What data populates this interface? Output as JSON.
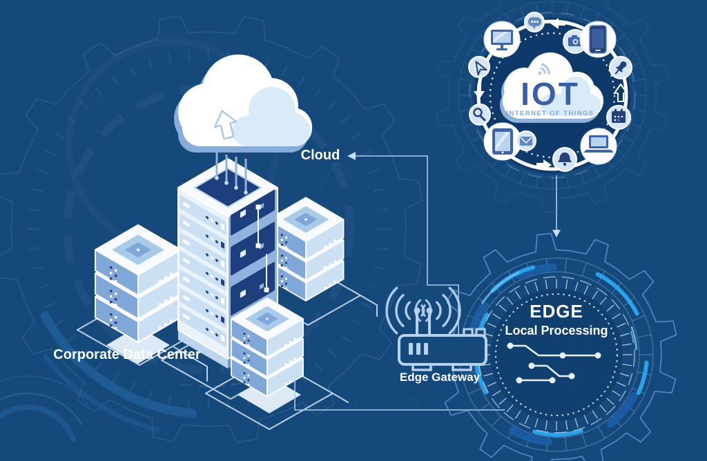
{
  "colors": {
    "background": "#15497B",
    "accent_bright_blue": "#2BA6EE",
    "connector_line": "#AECDE9",
    "dark_navy_panel": "#1E3F7E",
    "iot_title_blue": "#3A5FA9",
    "illustration_light_blue": "#CCE0F4",
    "white": "#FFFFFF"
  },
  "nodes": {
    "cloud": {
      "label": "Cloud"
    },
    "corporate_data_center": {
      "label": "Corporate Data Center"
    },
    "iot": {
      "title": "IOT",
      "subtitle": "INTERNET OF THINGS",
      "icons": [
        "desktop-monitor",
        "chat-bubble",
        "navigation-cursor",
        "camera",
        "smartphone",
        "push-pin",
        "download-arrow",
        "upload-arrow",
        "magnifier",
        "calendar",
        "tablet",
        "envelope",
        "bell",
        "laptop"
      ]
    },
    "edge": {
      "title": "EDGE",
      "subtitle": "Local Processing"
    },
    "edge_gateway": {
      "label": "Edge Gateway"
    }
  },
  "connections": [
    {
      "from": "iot",
      "to": "edge",
      "arrow": "down"
    },
    {
      "from": "edge-gateway",
      "to": "cloud",
      "arrow": "left"
    },
    {
      "from": "edge",
      "to": "corporate-data-center",
      "arrow": "up"
    }
  ]
}
